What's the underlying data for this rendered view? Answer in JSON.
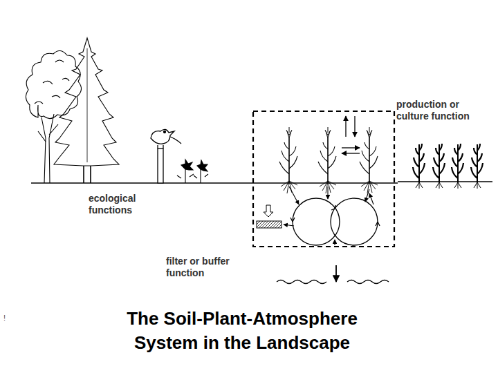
{
  "diagram": {
    "title": "The Soil-Plant-Atmosphere System in the Landscape",
    "labels": [
      "production or culture function",
      "ecological functions",
      "filter or buffer function",
      "!"
    ]
  }
}
